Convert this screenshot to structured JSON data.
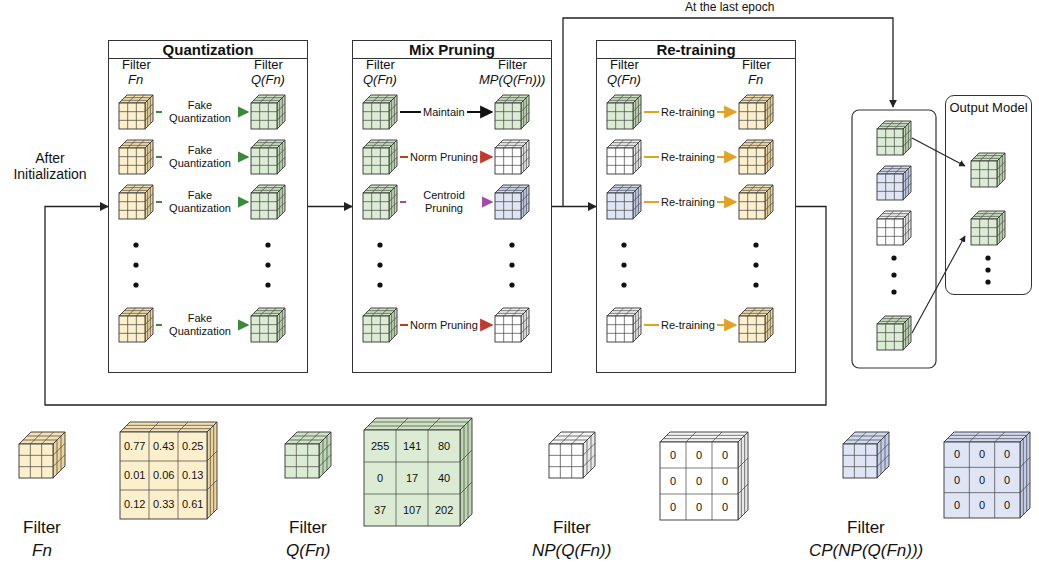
{
  "diagram": {
    "nodes": [
      {
        "text": [
          "Quantization"
        ]
      },
      {
        "text": [
          "Mix Pruning"
        ]
      },
      {
        "text": [
          "Re-training"
        ]
      },
      {
        "text": [
          "Output Model"
        ]
      }
    ],
    "edges": [
      {
        "from": 0,
        "to": 1,
        "arrow": "to"
      },
      {
        "from": 1,
        "to": 2,
        "arrow": "to"
      },
      {
        "from": 2,
        "to": 0,
        "arrow": "to"
      }
    ],
    "labels": [
      "After Initialization",
      "At the last epoch",
      "Filter",
      "Fn",
      "Filter",
      "Q(Fn)",
      "Filter",
      "Q(Fn)",
      "Filter",
      "MP(Q(Fn)))",
      "Filter",
      "Q(Fn)",
      "Filter",
      "Fn",
      "Fake Quantization",
      "Fake Quantization",
      "Fake Quantization",
      "Fake Quantization",
      "Maintain",
      "Norm Pruning",
      "Centroid Pruning",
      "Norm Pruning",
      "Re-training",
      "Re-training",
      "Re-training",
      "Re-training",
      "0.77",
      "0.43",
      "0.25",
      "0.01",
      "0.06",
      "0.13",
      "0.12",
      "0.33",
      "0.61",
      "255",
      "141",
      "80",
      "0",
      "17",
      "40",
      "37",
      "107",
      "202",
      "0",
      "0",
      "0",
      "0",
      "0",
      "0",
      "0",
      "0",
      "0",
      "0",
      "0",
      "0",
      "0",
      "0",
      "0",
      "0",
      "0",
      "0",
      "Filter",
      "Fn",
      "Filter",
      "Q(Fn)",
      "Filter",
      "NP(Q(Fn))",
      "Filter",
      "CP(NP(Q(Fn)))"
    ]
  }
}
